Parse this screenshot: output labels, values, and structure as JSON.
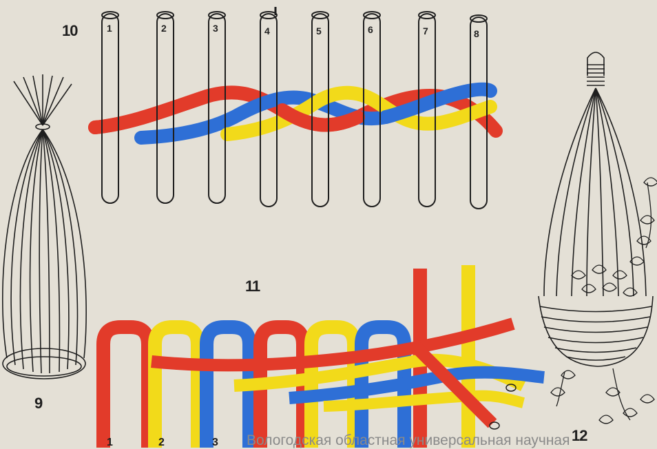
{
  "figures": {
    "fig9": "9",
    "fig10": "10",
    "fig11": "11",
    "fig12": "12"
  },
  "rods": [
    "1",
    "2",
    "3",
    "4",
    "5",
    "6",
    "7",
    "8"
  ],
  "bottom_labels": [
    "1",
    "2",
    "3"
  ],
  "watermark": "Вологодская областная универсальная научная",
  "colors": {
    "red": "#e23b2a",
    "blue": "#2e6fd6",
    "yellow": "#f2da1a",
    "ink": "#1e1e1e",
    "paper": "#e4e0d6"
  }
}
